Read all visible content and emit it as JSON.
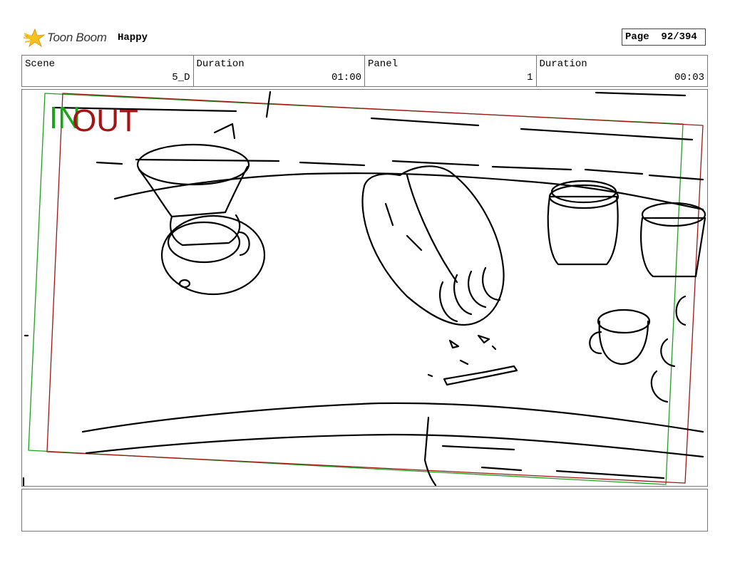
{
  "header": {
    "brand": "Toon Boom",
    "project": "Happy",
    "page_label": "Page",
    "page_value": "92/394"
  },
  "info": {
    "scene_label": "Scene",
    "scene_value": "5_D",
    "duration_label": "Duration",
    "duration_value": "01:00",
    "panel_label": "Panel",
    "panel_value": "1",
    "panel_duration_label": "Duration",
    "panel_duration_value": "00:03"
  },
  "frame": {
    "in_label": "IN",
    "out_label": "OUT",
    "in_color": "#1ba31b",
    "out_color": "#a31515"
  },
  "notes": {
    "text": ""
  },
  "icons": {
    "logo": "toon-boom-star-icon"
  }
}
